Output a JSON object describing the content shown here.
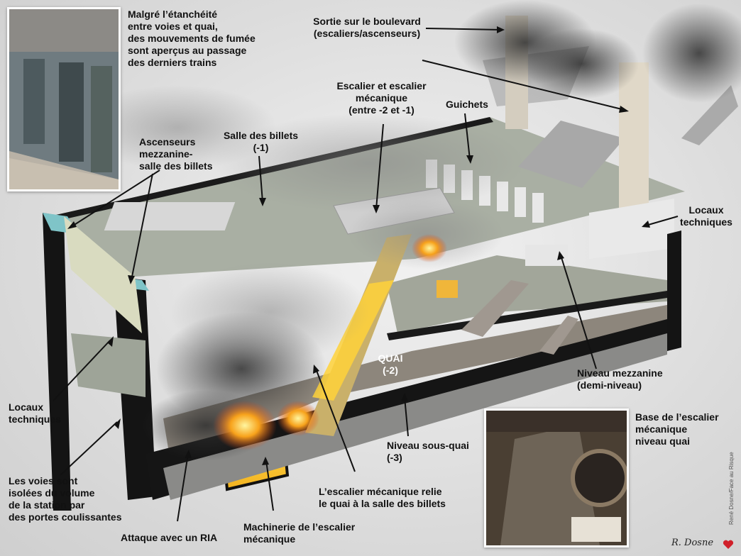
{
  "labels": {
    "smoke_note": "Malgré l’étanchéité\nentre voies et quai,\ndes mouvements de fumée\nsont aperçus au passage\ndes derniers trains",
    "exit": "Sortie sur le boulevard\n(escaliers/ascenseurs)",
    "escalators": "Escalier et escalier\nmécanique\n(entre -2 et -1)",
    "guichets": "Guichets",
    "salle_billets": "Salle des billets\n(-1)",
    "ascenseurs": "Ascenseurs\nmezzanine-\nsalle des billets",
    "locaux_right": "Locaux\ntechniques",
    "locaux_left": "Locaux\ntechniques",
    "quai": "QUAI\n(-2)",
    "mezzanine": "Niveau mezzanine\n(demi-niveau)",
    "base_escalier": "Base de l’escalier\nmécanique\nniveau quai",
    "sous_quai": "Niveau sous-quai\n(-3)",
    "voies": "Les voies sont\nisolées du volume\nde la station par\ndes portes coulissantes",
    "escalier_relie": "L’escalier mécanique relie\nle quai à la salle des billets",
    "attaque": "Attaque avec un RIA",
    "machinerie": "Machinerie de l’escalier\nmécanique"
  },
  "credit": "René Dosne/Face au Risque",
  "signature": "R. Dosne",
  "colors": {
    "floor": "#a8aea2",
    "wall_dark": "#141414",
    "smoke": "#3a3a3a",
    "fire": "#f7a21b",
    "glow": "#ffe066",
    "heart": "#d0202a"
  }
}
